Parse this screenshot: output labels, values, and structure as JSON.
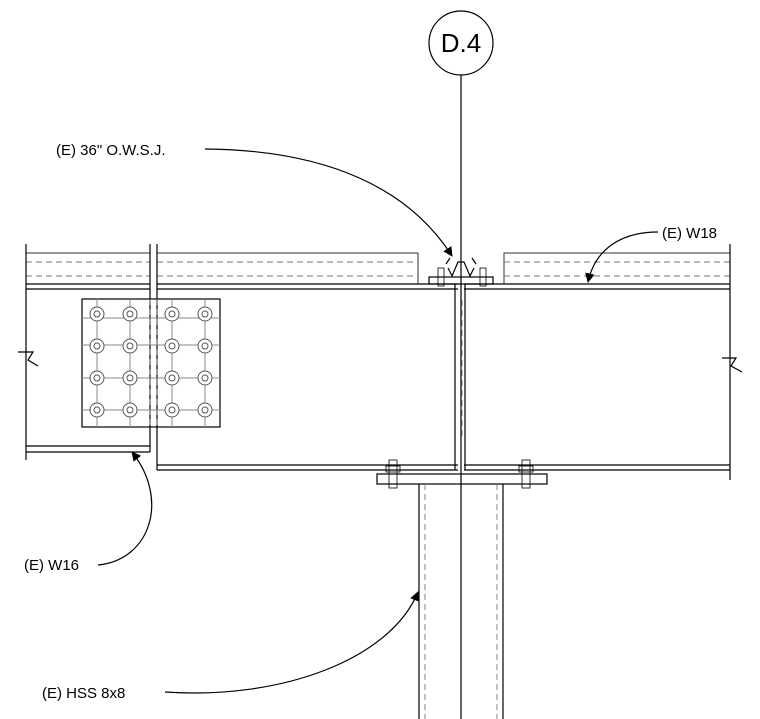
{
  "grid_bubble": {
    "label": "D.4"
  },
  "callouts": {
    "joist": "(E) 36\" O.W.S.J.",
    "w18": "(E) W18",
    "w16": "(E) W16",
    "hss": "(E) HSS 8x8"
  }
}
